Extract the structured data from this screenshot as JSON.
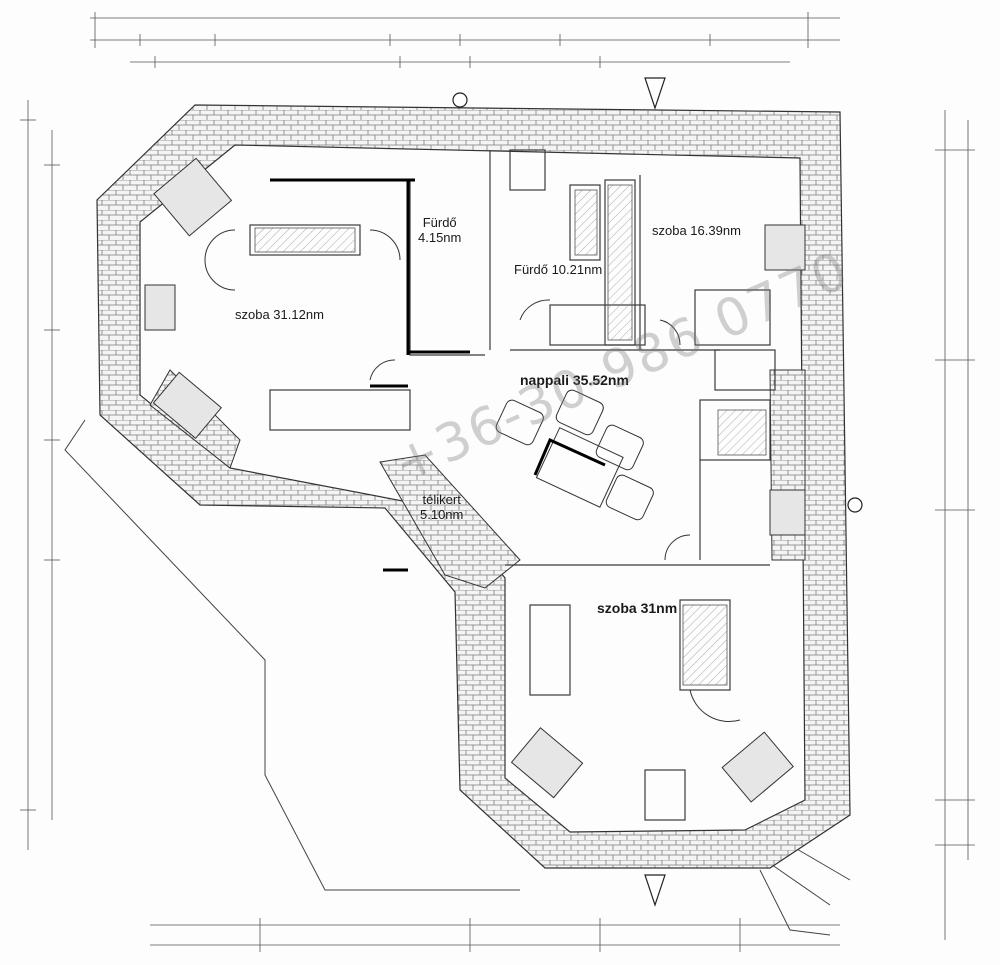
{
  "rooms": {
    "furdo_small": {
      "name": "Fürdő",
      "area": "4.15nm"
    },
    "furdo_large": {
      "label": "Fürdő 10.21nm"
    },
    "szoba_16": {
      "label": "szoba 16.39nm"
    },
    "szoba_31_12": {
      "label": "szoba 31.12nm"
    },
    "nappali": {
      "label": "nappali 35.52nm"
    },
    "telikert": {
      "name": "télikert",
      "area": "5.10nm"
    },
    "szoba_31": {
      "label": "szoba 31nm"
    }
  },
  "watermark": "+36-30-986 0770",
  "colors": {
    "line": "#333333",
    "hatch": "#8a8a8a",
    "accent": "#000000"
  }
}
